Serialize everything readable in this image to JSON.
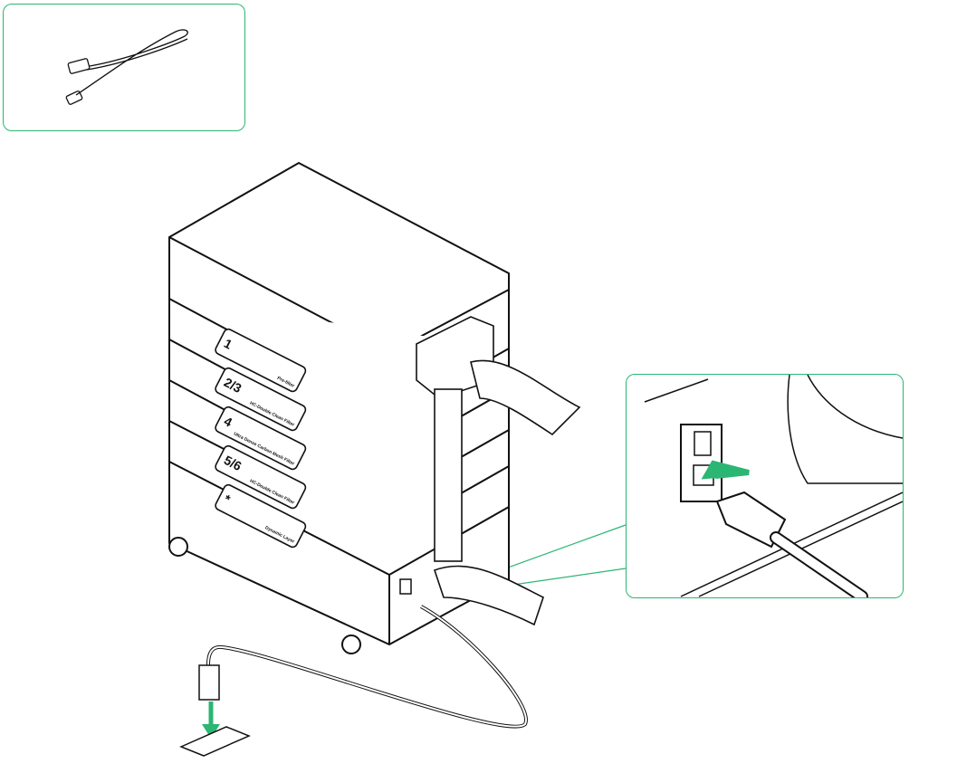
{
  "colors": {
    "accent": "#2bb673",
    "line": "#111111"
  },
  "filters": [
    {
      "number": "1",
      "name": "Pre-filter"
    },
    {
      "number": "2/3",
      "name": "HC-Double Clean Filter"
    },
    {
      "number": "4",
      "name": "Ultra Dense Carbon Mesh Filter"
    },
    {
      "number": "5/6",
      "name": "HC-Double Clean Filter"
    },
    {
      "number": "*",
      "name": "Dynamic Layer"
    }
  ],
  "icons": [
    "power-cord-icon",
    "power-switch-icon",
    "arrow-down-icon",
    "arrow-insert-icon",
    "wall-outlet-icon"
  ]
}
